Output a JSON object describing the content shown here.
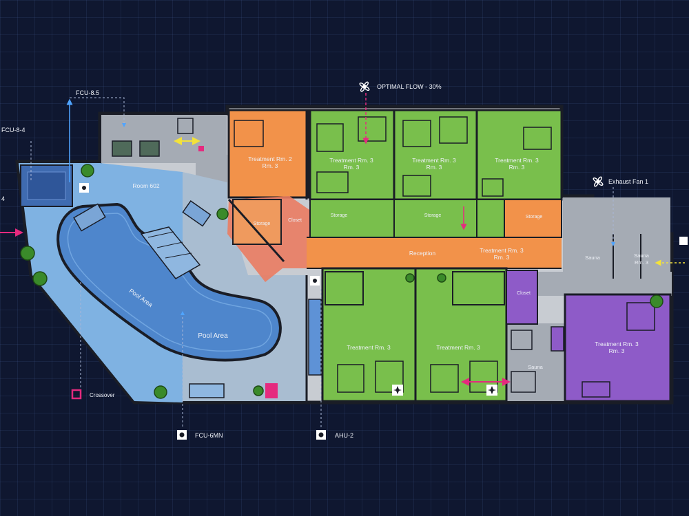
{
  "rooms": {
    "treatment_orange": {
      "name": "Treatment Rm. 2",
      "sub": "Rm. 3",
      "color": "#f2924a"
    },
    "treatment_green_1": {
      "name": "Treatment Rm. 3",
      "sub": "Rm. 3",
      "color": "#79bf4c"
    },
    "treatment_green_2": {
      "name": "Treatment Rm. 3",
      "sub": "Rm. 3",
      "color": "#79bf4c"
    },
    "treatment_green_3": {
      "name": "Treatment Rm. 3",
      "sub": "Rm. 3",
      "color": "#79bf4c"
    },
    "treatment_green_4": {
      "name": "Treatment Rm. 3",
      "color": "#79bf4c"
    },
    "treatment_green_5": {
      "name": "Treatment Rm. 3",
      "color": "#79bf4c"
    },
    "treatment_purple": {
      "name": "Treatment Rm. 3",
      "sub": "Rm. 3",
      "color": "#8e5bc8"
    },
    "reception": {
      "name": "Reception",
      "color": "#f2924a"
    },
    "reception_treatment": {
      "name": "Treatment Rm. 3",
      "sub": "Rm. 3"
    },
    "room_602": {
      "name": "Room 602"
    },
    "pool_area_1": {
      "name": "Pool Area"
    },
    "pool_area_2": {
      "name": "Pool Area"
    },
    "sauna_1": {
      "name": "Sauna"
    },
    "sauna_2": {
      "name": "Sauna",
      "sub": "Rm. 3"
    },
    "sauna_3": {
      "name": "Sauna"
    },
    "closet": {
      "name": "Closet"
    },
    "storage_1": {
      "name": "Storage"
    },
    "storage_2": {
      "name": "Storage"
    },
    "storage_3": {
      "name": "Storage"
    },
    "storage_4": {
      "name": "Storage"
    },
    "closet_2": {
      "name": "Closet"
    }
  },
  "callouts": {
    "fcu_85": "FCU-8.5",
    "fcu_84": "FCU-8-4",
    "edge_4": "4",
    "optimal_flow": "OPTIMAL FLOW - 30%",
    "exhaust_fan": "Exhaust Fan 1",
    "fcu_bottom": "FCU-6MN",
    "ahu": "AHU-2",
    "crossover": "Crossover"
  },
  "colors": {
    "pool": "#4f86cc",
    "pool_deck": "#7aaee0",
    "gray": "#9ea4ad",
    "wall": "#1a1d26",
    "accent_pink": "#e52a7e",
    "accent_yellow": "#f3e23a",
    "accent_blue": "#4fa4ff",
    "label_white": "#eef1f7"
  }
}
